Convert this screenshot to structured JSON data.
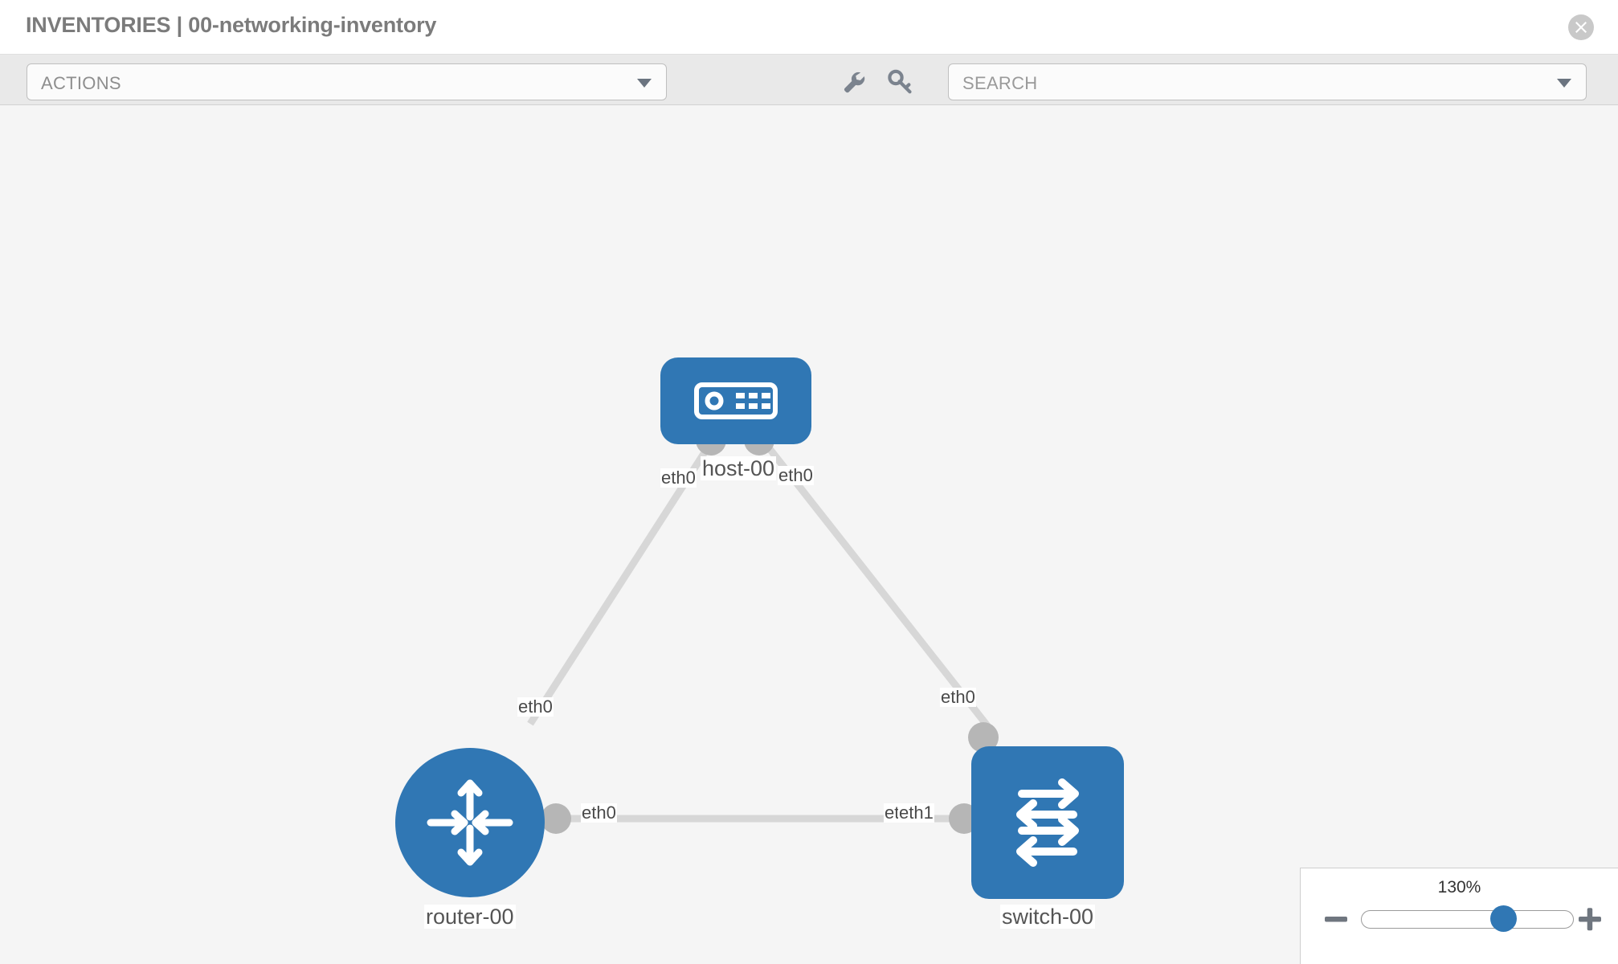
{
  "header": {
    "title": "INVENTORIES | 00-networking-inventory",
    "close_icon": "close-circle-icon"
  },
  "toolbar": {
    "actions_label": "ACTIONS",
    "actions_caret_icon": "chevron-down-icon",
    "wrench_icon": "wrench-icon",
    "key_icon": "key-icon",
    "search_placeholder": "SEARCH",
    "search_value": "",
    "search_caret_icon": "chevron-down-icon"
  },
  "colors": {
    "node_blue": "#3077b4",
    "handle_gray": "#b6b6b6",
    "link_gray": "#d7d7d7",
    "canvas_bg": "#f5f5f5",
    "title_gray": "#7b7b7b"
  },
  "topology": {
    "nodes": [
      {
        "id": "host-00",
        "label": "host-00",
        "icon": "server-device-icon",
        "shape": "rounded-square"
      },
      {
        "id": "router-00",
        "label": "router-00",
        "icon": "router-arrows-icon",
        "shape": "circle"
      },
      {
        "id": "switch-00",
        "label": "switch-00",
        "icon": "switch-arrows-icon",
        "shape": "rounded-square"
      }
    ],
    "edge_labels": {
      "host_left": "eth0",
      "host_right": "eth0",
      "router_up": "eth0",
      "switch_up": "eth0",
      "router_right": "eth0",
      "switch_left_a": "eth",
      "switch_left_b": "eth1"
    },
    "links": [
      {
        "from": "host-00",
        "to": "router-00"
      },
      {
        "from": "host-00",
        "to": "switch-00"
      },
      {
        "from": "router-00",
        "to": "switch-00"
      }
    ]
  },
  "zoom": {
    "value": "130%",
    "minus_icon": "minus-icon",
    "plus_icon": "plus-icon",
    "thumb_position_pct": 61
  }
}
